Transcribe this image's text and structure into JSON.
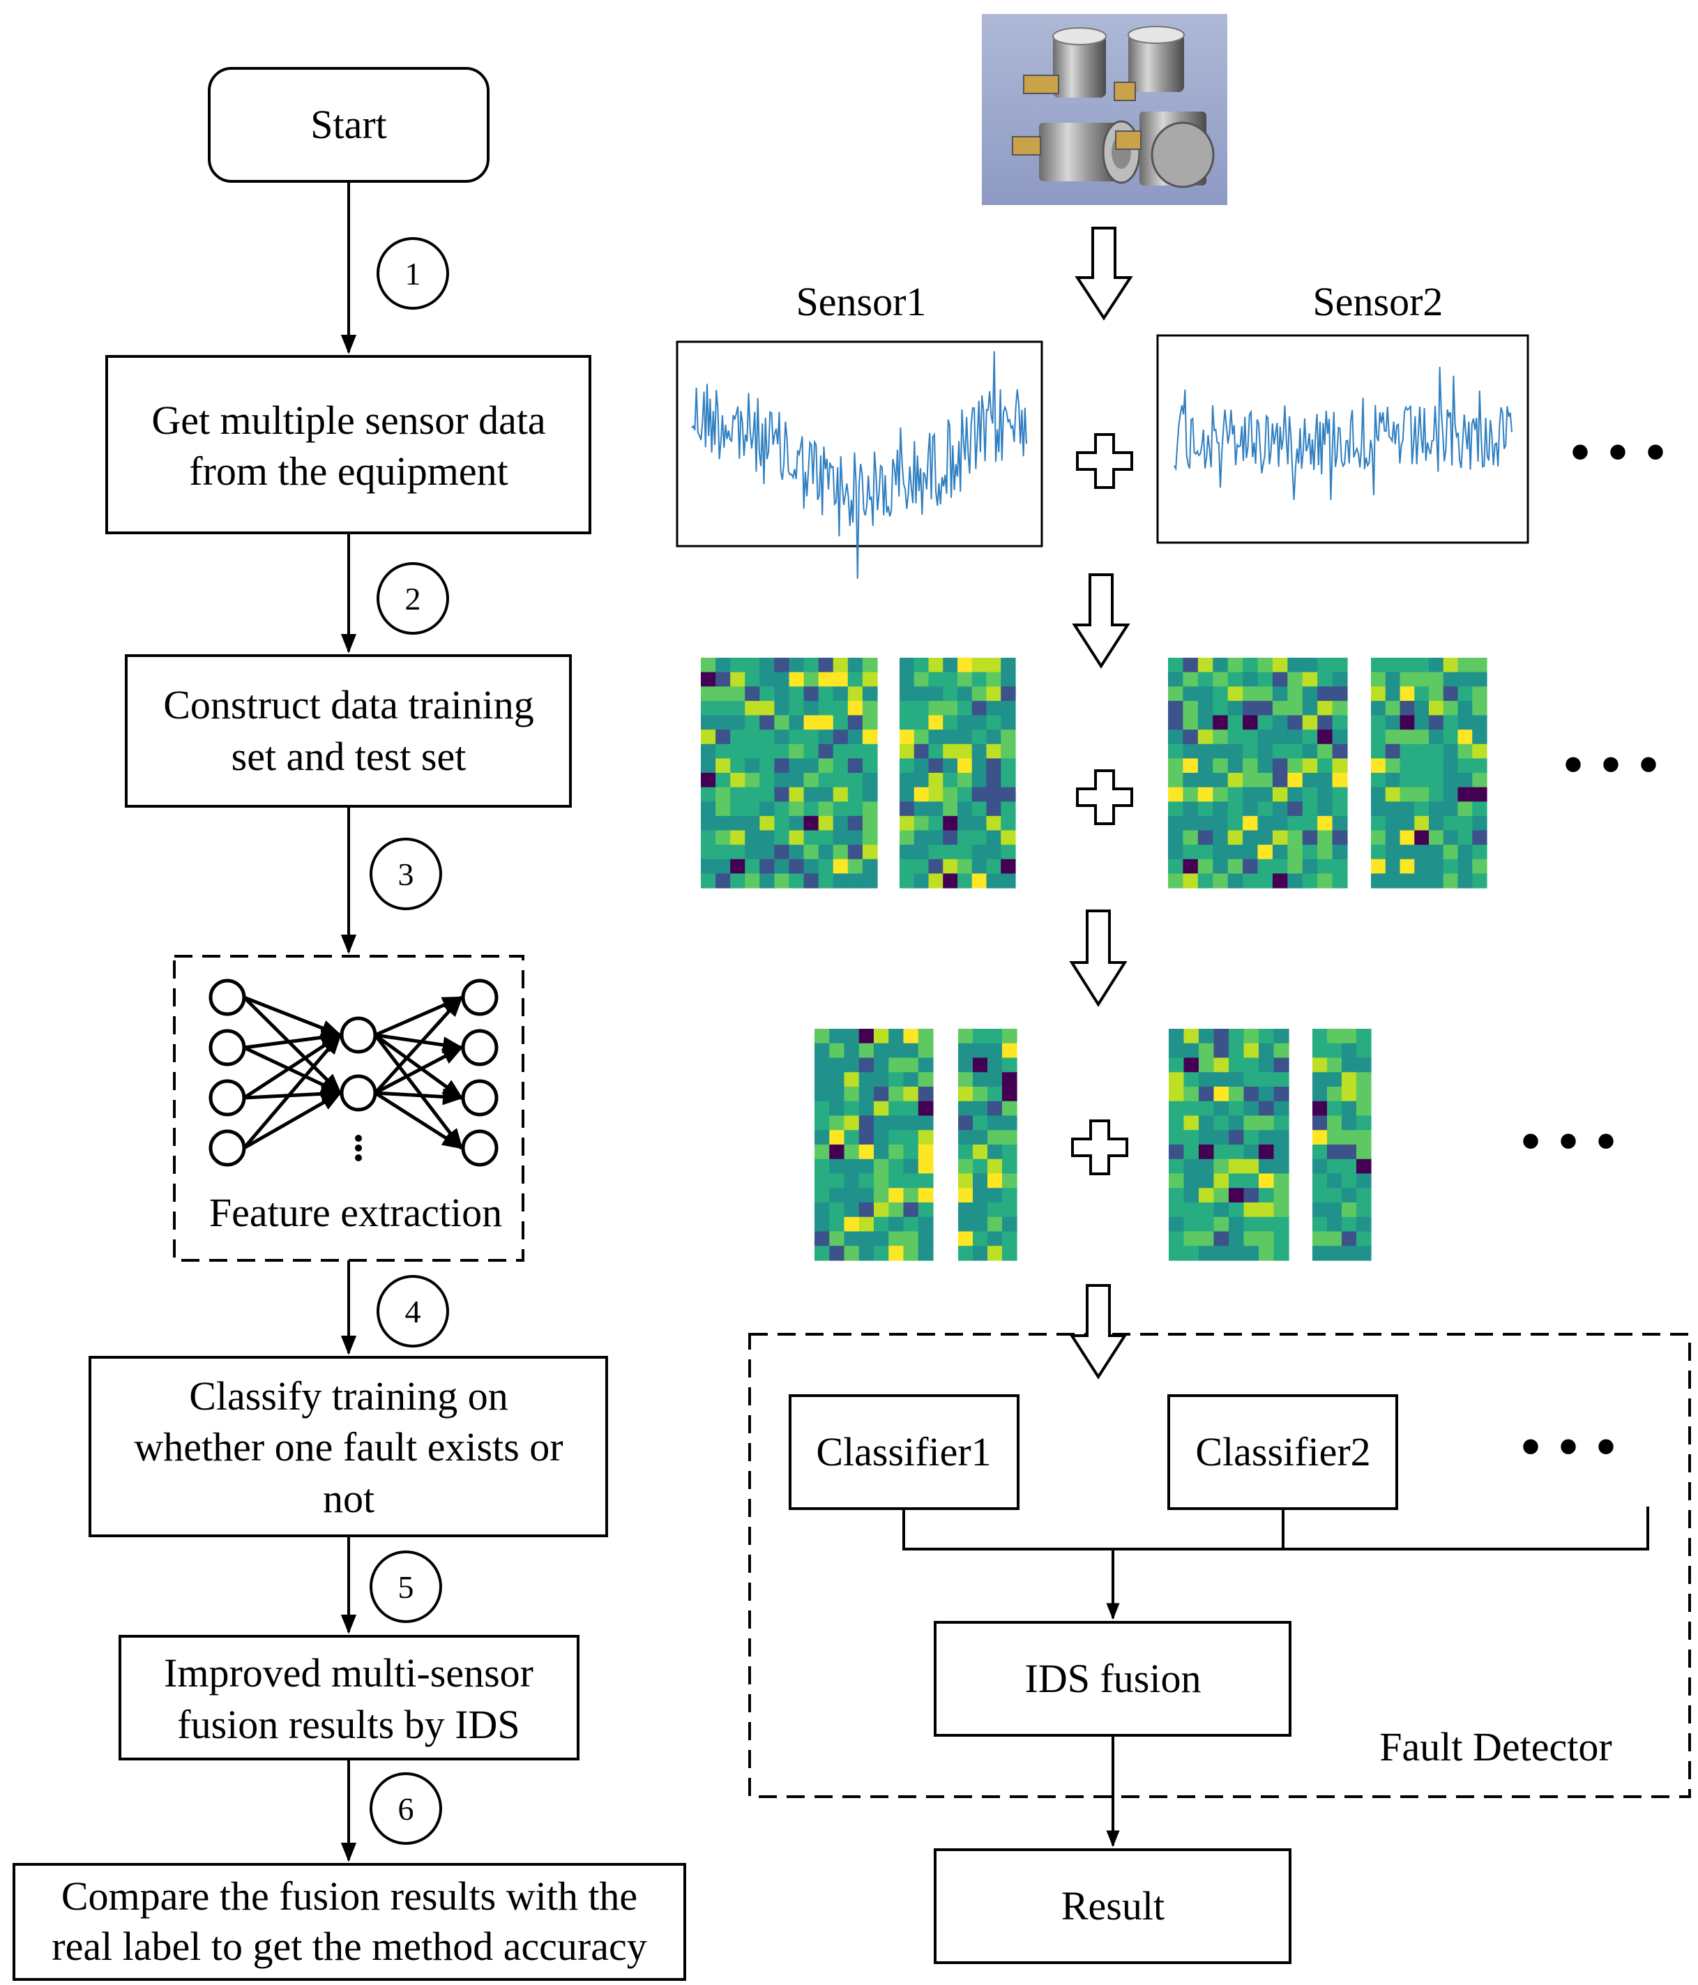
{
  "flowchart": {
    "start": "Start",
    "step1": [
      "Get multiple sensor data",
      "from the equipment"
    ],
    "step2": [
      "Construct data training",
      "set and test set"
    ],
    "step3": "Feature extraction",
    "step4": [
      "Classify training on",
      "whether one fault exists or",
      "not"
    ],
    "step5": [
      "Improved multi-sensor",
      "fusion results by IDS"
    ],
    "step6": [
      "Compare the fusion results with the",
      "real label to get the method accuracy"
    ],
    "step_numbers": [
      "1",
      "2",
      "3",
      "4",
      "5",
      "6"
    ]
  },
  "pipeline": {
    "photo_icon": "accelerometer-sensors-photo",
    "sensor_labels": [
      "Sensor1",
      "Sensor2"
    ],
    "ellipsis": "• • •",
    "classifiers": [
      "Classifier1",
      "Classifier2"
    ],
    "fusion": "IDS fusion",
    "detector_label": "Fault Detector",
    "result": "Result"
  },
  "colors": {
    "signal": "#2f7fc1",
    "heatmap": [
      "#440154",
      "#3b528b",
      "#21918c",
      "#27ad81",
      "#5ec962",
      "#bddf26",
      "#fde725"
    ]
  }
}
